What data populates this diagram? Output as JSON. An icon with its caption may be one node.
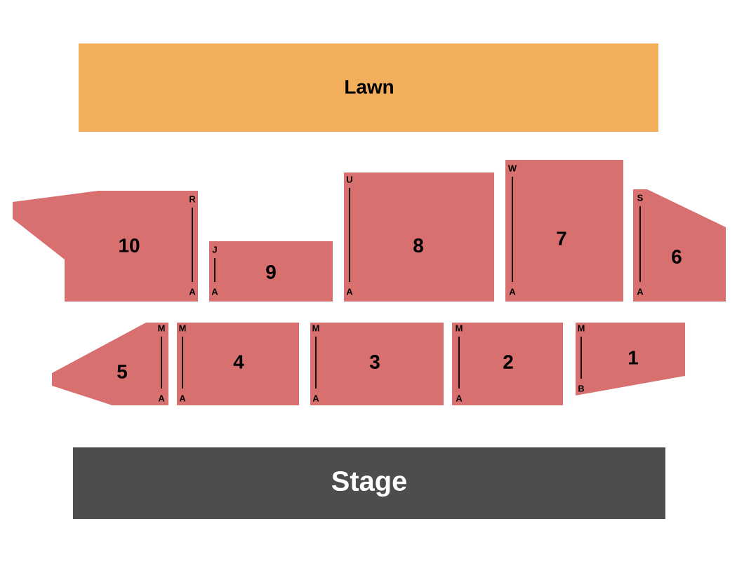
{
  "diagram": {
    "nodes": [
      {
        "text": [
          "Lawn"
        ]
      },
      {
        "text": [
          "10",
          "R",
          "A"
        ]
      },
      {
        "text": [
          "9",
          "J",
          "A"
        ]
      },
      {
        "text": [
          "8",
          "U",
          "A"
        ]
      },
      {
        "text": [
          "7",
          "W",
          "A"
        ]
      },
      {
        "text": [
          "6",
          "S",
          "A"
        ]
      },
      {
        "text": [
          "5",
          "M",
          "A"
        ]
      },
      {
        "text": [
          "4",
          "M",
          "A"
        ]
      },
      {
        "text": [
          "3",
          "M",
          "A"
        ]
      },
      {
        "text": [
          "2",
          "M",
          "A"
        ]
      },
      {
        "text": [
          "1",
          "M",
          "B"
        ]
      },
      {
        "text": [
          "Stage"
        ]
      }
    ]
  }
}
